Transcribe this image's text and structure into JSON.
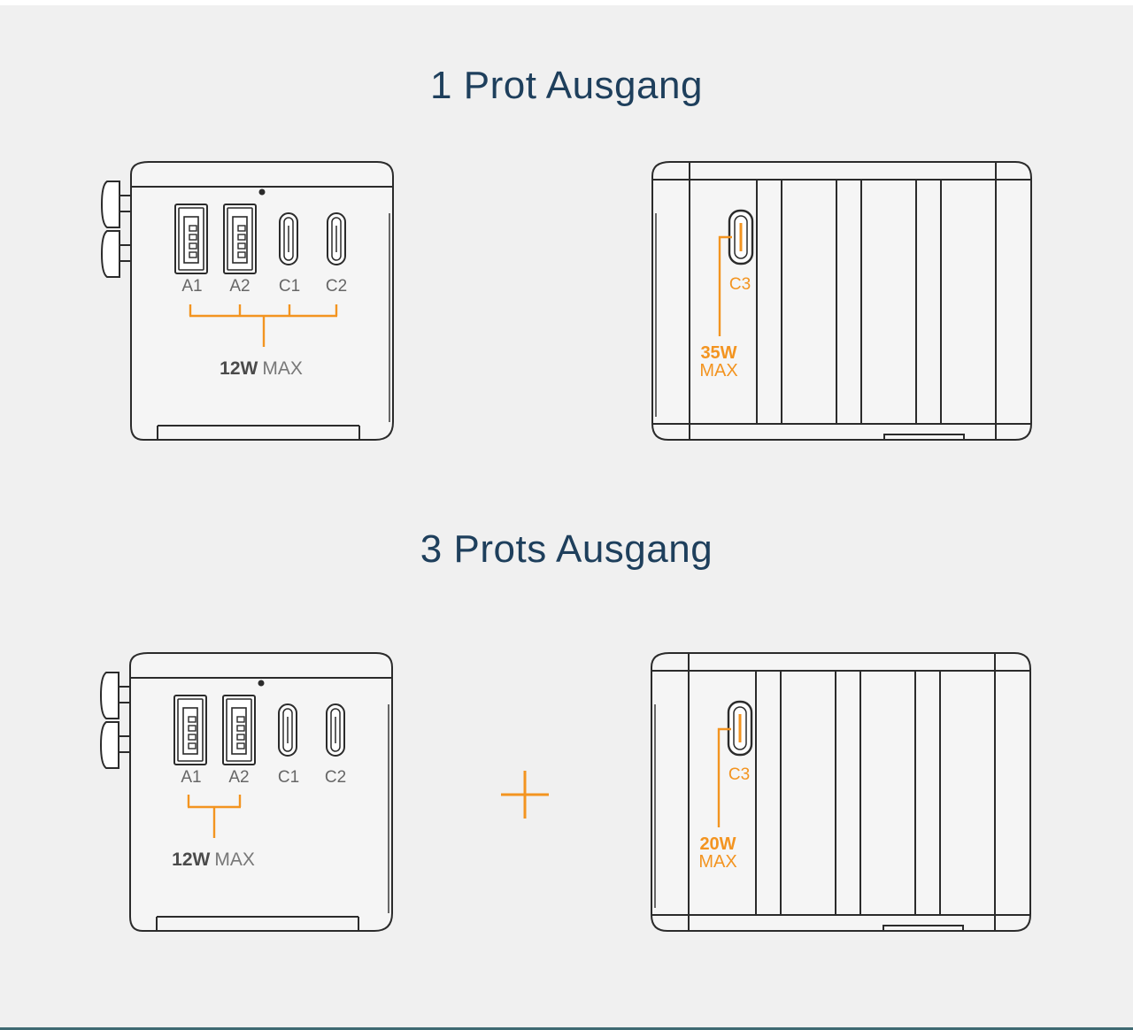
{
  "colors": {
    "heading": "#1e3f5c",
    "accent": "#f39420",
    "line": "#2b2b2b",
    "port_label": "#666666"
  },
  "section1": {
    "title": "1 Prot Ausgang",
    "front": {
      "ports": [
        "A1",
        "A2",
        "C1",
        "C2"
      ],
      "power": "12W",
      "max": "MAX"
    },
    "side": {
      "port": "C3",
      "power": "35W",
      "max": "MAX"
    }
  },
  "section2": {
    "title": "3 Prots Ausgang",
    "front": {
      "ports": [
        "A1",
        "A2",
        "C1",
        "C2"
      ],
      "power": "12W",
      "max": "MAX"
    },
    "plus_icon": "plus-icon",
    "side": {
      "port": "C3",
      "power": "20W",
      "max": "MAX"
    }
  }
}
